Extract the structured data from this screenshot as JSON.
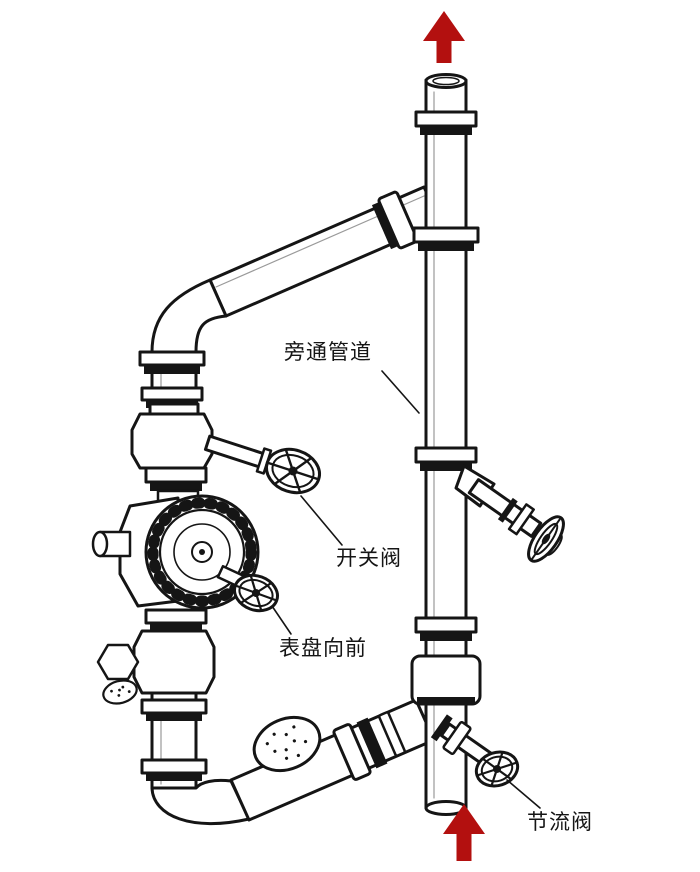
{
  "figure": {
    "type": "piping-diagram",
    "background": "#ffffff",
    "ink_color": "#151515",
    "arrow_color": "#b3100f",
    "callouts": [
      {
        "id": "bypass_pipe",
        "text": "旁通管道",
        "target": "bypass-pipe"
      },
      {
        "id": "switch_valve",
        "text": "开关阀",
        "target": "switch-valve-handwheel"
      },
      {
        "id": "dial_forward",
        "text": "表盘向前",
        "target": "gauge-handwheel"
      },
      {
        "id": "throttle_valve",
        "text": "节流阀",
        "target": "throttle-valve-handwheel"
      }
    ],
    "flow_arrows": [
      {
        "id": "outlet",
        "direction": "up",
        "position": "top"
      },
      {
        "id": "inlet",
        "direction": "up",
        "position": "bottom"
      }
    ]
  }
}
